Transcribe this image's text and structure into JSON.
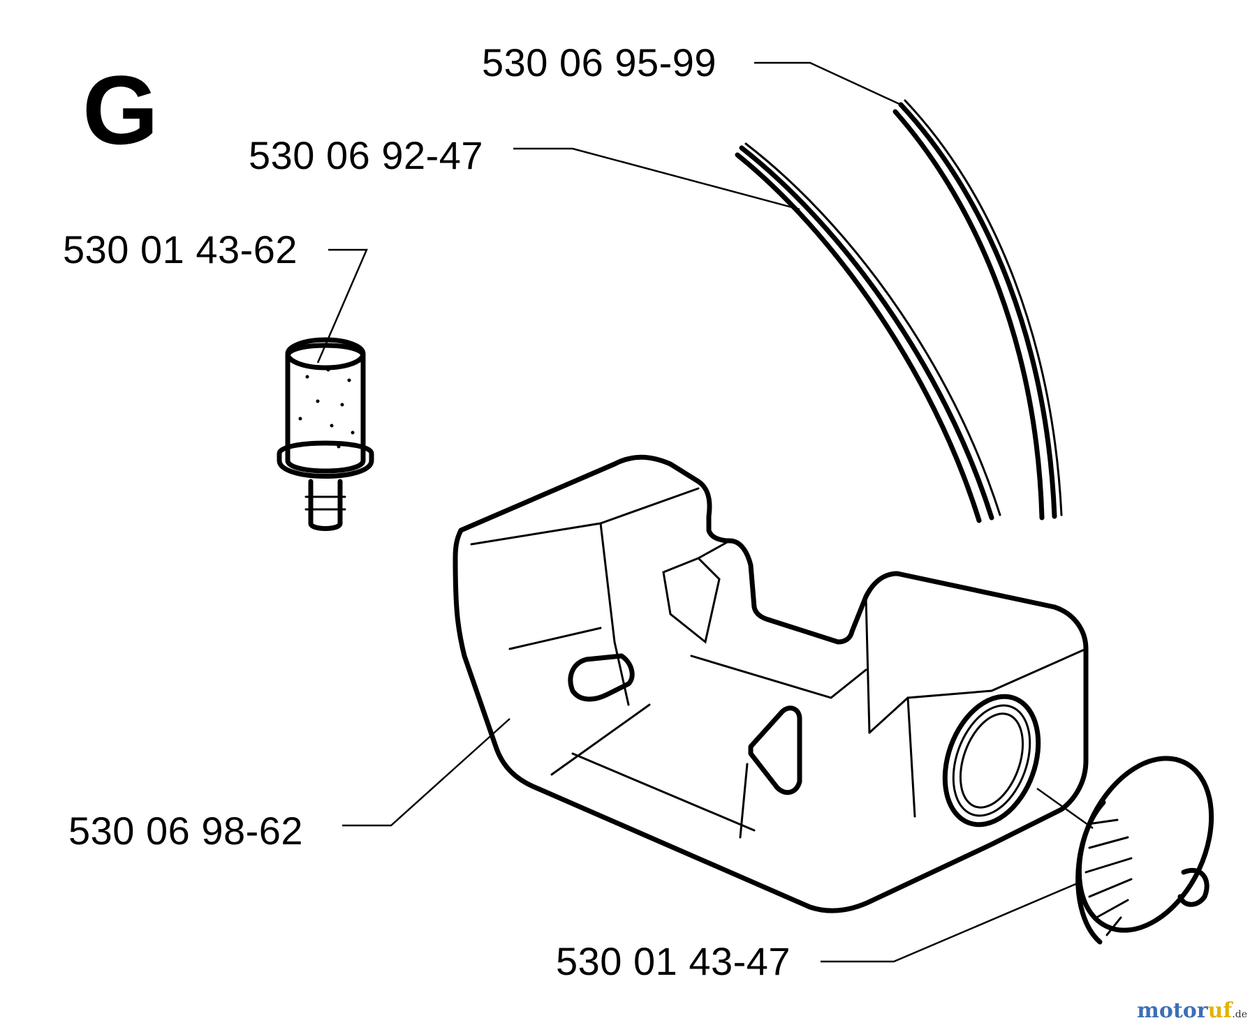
{
  "section": "G",
  "parts": [
    {
      "number": "530 06 95-99"
    },
    {
      "number": "530 06 92-47"
    },
    {
      "number": "530 01 43-62"
    },
    {
      "number": "530 06 98-62"
    },
    {
      "number": "530 01 43-47"
    }
  ],
  "watermark": {
    "brand_a": "motor",
    "brand_b": "uf",
    "suffix": ".de"
  },
  "colors": {
    "watermark_blue": "#3d6fb5",
    "watermark_yellow": "#e2b300"
  }
}
